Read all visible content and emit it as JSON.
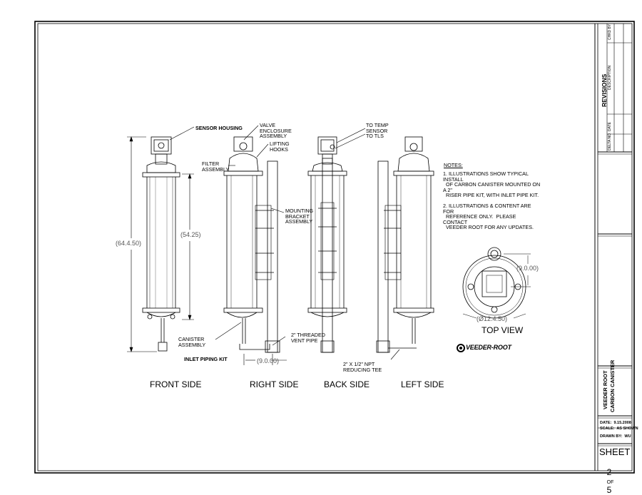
{
  "labels": {
    "sensor_housing": "SENSOR HOUSING",
    "valve_enclosure": "VALVE\nENCLOSURE\nASSEMBLY",
    "lifting_hooks": "LIFTING\nHOOKS",
    "filter_assembly": "FILTER\nASSEMBLY",
    "to_temp_sensor": "TO TEMP\nSENSOR\nTO TLS",
    "mounting_bracket": "MOUNTING\nBRACKET\nASSEMBLY",
    "canister_assembly": "CANISTER\nASSEMBLY",
    "inlet_piping_kit": "INLET PIPING KIT",
    "threaded_vent_pipe": "2\" THREADED\nVENT PIPE",
    "reducing_tee": "2\" X 1/2\" NPT\nREDUCING TEE"
  },
  "dimensions": {
    "overall_height": "(64.4.50)",
    "canister_height": "(54.25)",
    "pipe_offset": "(9.0.00)",
    "top_offset": "(9.0.00)",
    "diameter": "(Ø12.4.50)"
  },
  "views": {
    "front": "FRONT SIDE",
    "right": "RIGHT SIDE",
    "back": "BACK SIDE",
    "left": "LEFT SIDE",
    "top": "TOP VIEW"
  },
  "notes": {
    "heading": "NOTES:",
    "n1": "1. ILLUSTRATIONS SHOW TYPICAL\nINSTALL\n  OF CARBON CANISTER MOUNTED ON\nA 2\"\n  RISER PIPE KIT, WITH INLET PIPE KIT.",
    "n2": "2. ILLUSTRATIONS & CONTENT ARE\nFOR\n  REFERENCE ONLY.  PLEASE\nCONTACT\n  VEEDER ROOT FOR ANY UPDATES."
  },
  "logo": "VEEDER-ROOT",
  "title_block": {
    "revisions": "REVISIONS",
    "delta_no": "DELTA NO.",
    "date_col": "DATE",
    "description": "DESCRIPTION",
    "chkd_by": "CHKD BY",
    "company": "VEEDER ROOT",
    "title": "CARBON CANISTER",
    "date": "DATE:  9.15.2008",
    "scale": "SCALE:  AS SHOWN",
    "drawn_by": "DRAWN BY:  WU",
    "sheet": "SHEET",
    "sheet_no": "2",
    "of": "OF",
    "sheet_total": "5"
  }
}
